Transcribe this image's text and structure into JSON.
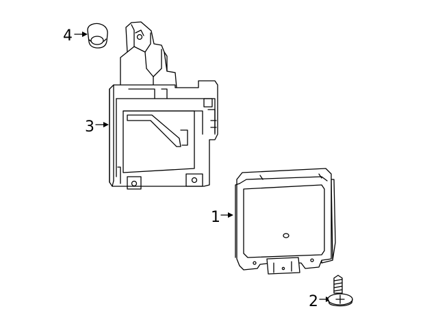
{
  "diagram": {
    "callouts": [
      {
        "id": "part-1",
        "label": "1"
      },
      {
        "id": "part-2",
        "label": "2"
      },
      {
        "id": "part-3",
        "label": "3"
      },
      {
        "id": "part-4",
        "label": "4"
      }
    ],
    "parts": [
      "module",
      "screw",
      "bracket",
      "grommet"
    ]
  }
}
